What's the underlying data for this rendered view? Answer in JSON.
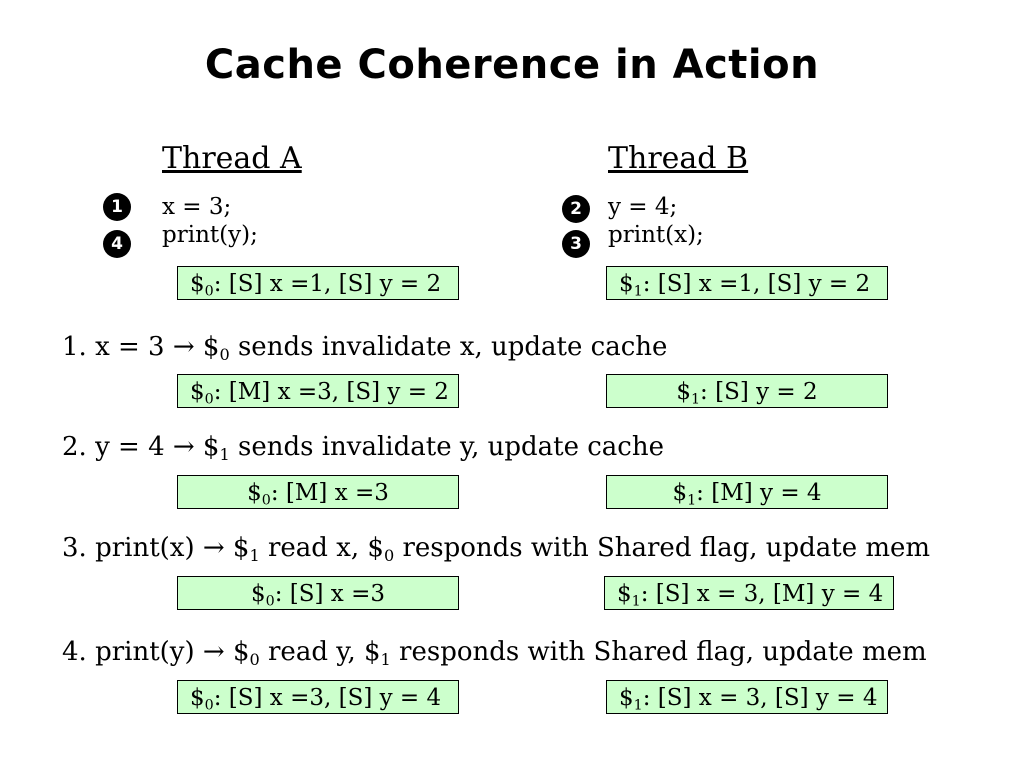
{
  "title": "Cache Coherence in Action",
  "threads": {
    "a": {
      "heading": "Thread A",
      "lines": [
        {
          "badge": "1",
          "code": "x = 3;"
        },
        {
          "badge": "4",
          "code": "print(y);"
        }
      ]
    },
    "b": {
      "heading": "Thread B",
      "lines": [
        {
          "badge": "2",
          "code": "y = 4;"
        },
        {
          "badge": "3",
          "code": "print(x);"
        }
      ]
    }
  },
  "cache_prefix": "$",
  "initial": {
    "c0": {
      "sub": "0",
      "text": ": [S] x =1, [S] y = 2"
    },
    "c1": {
      "sub": "1",
      "text": ": [S] x =1, [S] y = 2"
    }
  },
  "steps": [
    {
      "pre": "1. x = 3  → $",
      "s1": "0",
      "mid": " sends invalidate x, update cache",
      "s2": "",
      "post": "",
      "c0": {
        "sub": "0",
        "text": ": [M] x =3, [S] y = 2"
      },
      "c1": {
        "sub": "1",
        "text": ":  [S] y = 2"
      }
    },
    {
      "pre": "2. y = 4  → $",
      "s1": "1",
      "mid": " sends invalidate y, update cache",
      "s2": "",
      "post": "",
      "c0": {
        "sub": "0",
        "text": ": [M] x =3"
      },
      "c1": {
        "sub": "1",
        "text": ":  [M] y = 4"
      }
    },
    {
      "pre": "3. print(x)  → $",
      "s1": "1",
      "mid": " read x, $",
      "s2": "0",
      "post": " responds with Shared flag, update mem",
      "c0": {
        "sub": "0",
        "text": ": [S] x =3"
      },
      "c1": {
        "sub": "1",
        "text": ": [S] x = 3, [M] y = 4"
      }
    },
    {
      "pre": "4. print(y)  → $",
      "s1": "0",
      "mid": " read y, $",
      "s2": "1",
      "post": " responds with Shared flag, update mem",
      "c0": {
        "sub": "0",
        "text": ": [S] x =3, [S] y = 4"
      },
      "c1": {
        "sub": "1",
        "text": ": [S] x = 3, [S] y = 4"
      }
    }
  ],
  "colors": {
    "cache_box_bg": "#ccffcc",
    "badge_bg": "#000000"
  }
}
